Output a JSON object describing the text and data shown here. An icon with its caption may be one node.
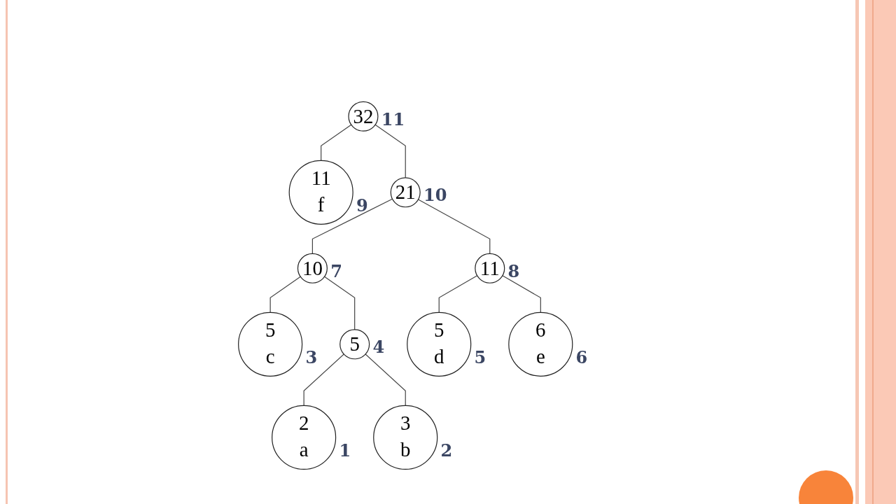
{
  "diagram": {
    "nodes": [
      {
        "text": [
          "32"
        ],
        "beside": [
          "11"
        ]
      },
      {
        "text": [
          "11",
          "f"
        ],
        "beside": [
          "9"
        ]
      },
      {
        "text": [
          "21"
        ],
        "beside": [
          "10"
        ]
      },
      {
        "text": [
          "10"
        ],
        "beside": [
          "7"
        ]
      },
      {
        "text": [
          "11"
        ],
        "beside": [
          "8"
        ]
      },
      {
        "text": [
          "5",
          "c"
        ],
        "beside": [
          "3"
        ]
      },
      {
        "text": [
          "5"
        ],
        "beside": [
          "4"
        ]
      },
      {
        "text": [
          "5",
          "d"
        ],
        "beside": [
          "5"
        ]
      },
      {
        "text": [
          "6",
          "e"
        ],
        "beside": [
          "6"
        ]
      },
      {
        "text": [
          "2",
          "a"
        ],
        "beside": [
          "1"
        ]
      },
      {
        "text": [
          "3",
          "b"
        ],
        "beside": [
          "2"
        ]
      }
    ],
    "edges": [
      {
        "from": 0,
        "to": 1,
        "arrow": "none"
      },
      {
        "from": 0,
        "to": 2,
        "arrow": "none"
      },
      {
        "from": 2,
        "to": 3,
        "arrow": "none"
      },
      {
        "from": 2,
        "to": 4,
        "arrow": "none"
      },
      {
        "from": 3,
        "to": 5,
        "arrow": "none"
      },
      {
        "from": 3,
        "to": 6,
        "arrow": "none"
      },
      {
        "from": 4,
        "to": 7,
        "arrow": "none"
      },
      {
        "from": 4,
        "to": 8,
        "arrow": "none"
      },
      {
        "from": 6,
        "to": 9,
        "arrow": "none"
      },
      {
        "from": 6,
        "to": 10,
        "arrow": "none"
      }
    ]
  }
}
